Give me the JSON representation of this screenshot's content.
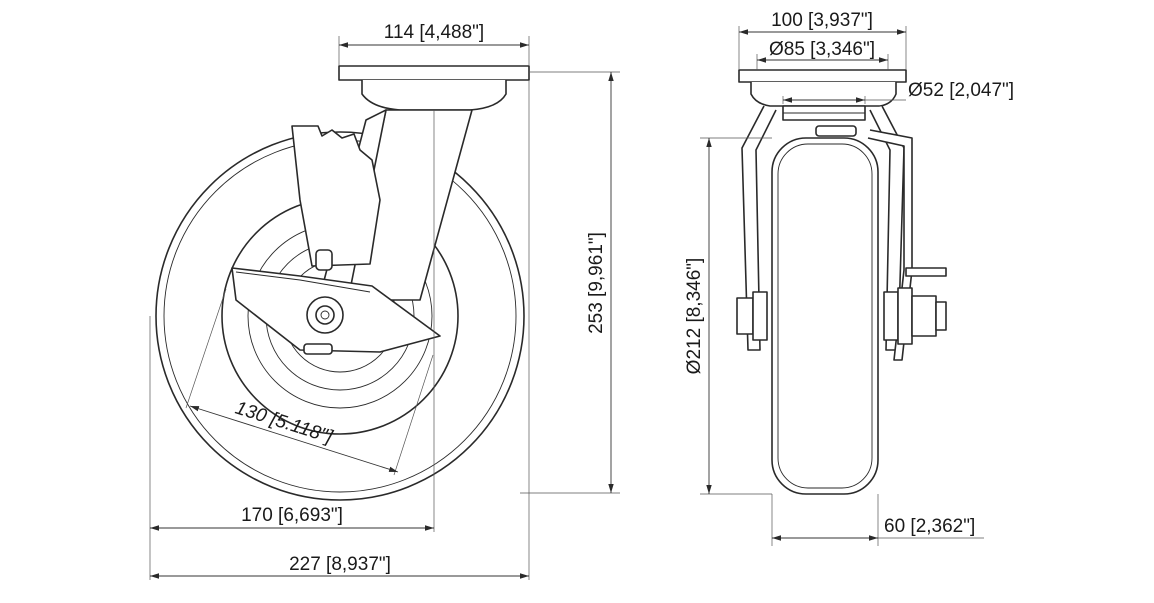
{
  "side_view": {
    "top_plate_width": "114 [4,488\"]",
    "height": "253 [9,961\"]",
    "wheel_hub_diameter": "130 [5.118\"]",
    "offset_width": "170 [6,693\"]",
    "overall_width": "227 [8,937\"]"
  },
  "front_view": {
    "plate_width": "100 [3,937\"]",
    "bolt_circle_diameter": "Ø85 [3,346\"]",
    "kingpin_diameter": "Ø52 [2,047\"]",
    "wheel_diameter": "Ø212 [8,346\"]",
    "wheel_width": "60 [2,362\"]"
  }
}
